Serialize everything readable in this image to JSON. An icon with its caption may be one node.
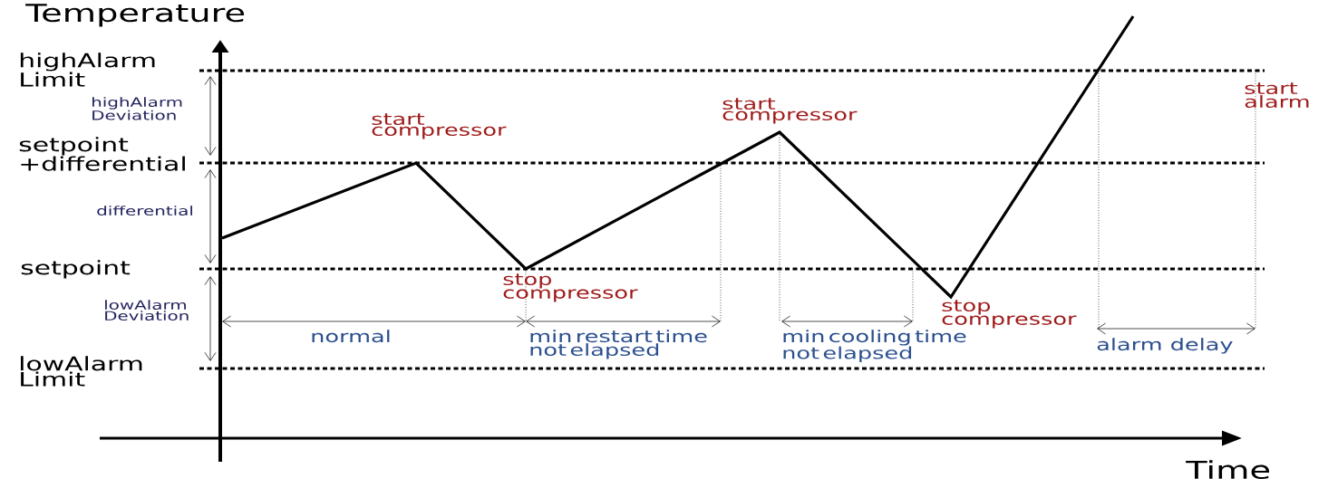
{
  "diagram": {
    "labels": [
      "Temperature",
      "highAlarm Limit",
      "start alarm",
      "start compressor",
      "highAlarm Deviation",
      "start compressor",
      "setpoint +differential",
      "differential",
      "setpoint",
      "stop compressor",
      "lowAlarm Deviation",
      "stop compressor",
      "normal",
      "min restart time not elapsed",
      "min cooling time not elapsed",
      "alarm delay",
      "lowAlarm Limit",
      "Time"
    ]
  }
}
